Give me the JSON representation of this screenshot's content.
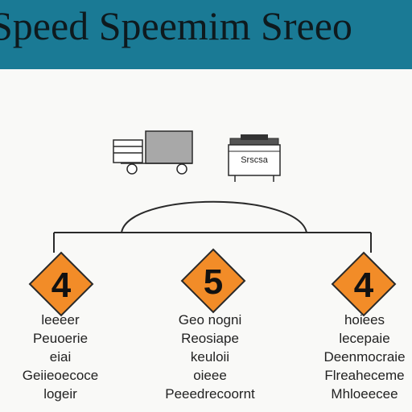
{
  "header": {
    "title": "Speed Speemim Sreeo",
    "background_color": "#1a7a95"
  },
  "vehicles": [
    {
      "icon": "truck-icon"
    },
    {
      "icon": "car-icon",
      "label": "Srscsa"
    }
  ],
  "columns": [
    {
      "number": "4",
      "lines": [
        "leeeer",
        "Peuoerie",
        "eiai",
        "Geiieoecoce",
        "logeir"
      ]
    },
    {
      "number": "5",
      "lines": [
        "Geo nogni",
        "Reosiape",
        "keuloii",
        "oieee",
        "Peeedrecoornt"
      ]
    },
    {
      "number": "4",
      "lines": [
        "hoiees",
        "lecepaie",
        "Deenmocraie",
        "Flreaheceme",
        "Mhloeecee"
      ]
    }
  ],
  "colors": {
    "diamond_fill": "#f28c28",
    "diamond_stroke": "#2a2a2a",
    "line": "#2a2a2a"
  }
}
